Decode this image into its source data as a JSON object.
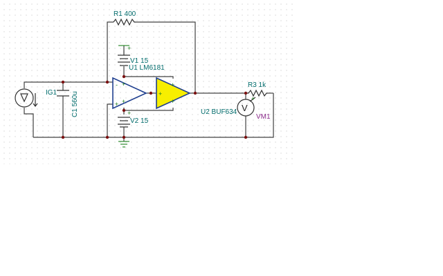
{
  "labels": {
    "r1": "R1 400",
    "v1": "V1 15",
    "u1": "U1 LM6181",
    "ig1": "IG1",
    "c1": "C1 560u",
    "v2": "V2 15",
    "u2": "U2 BUF634",
    "r3": "R3 1k",
    "vm1": "VM1",
    "meter_symbol": "V"
  },
  "colors": {
    "wire": "#404040",
    "label": "#006b6b",
    "opamp_outline": "#1f3f8f",
    "buffer_fill": "#f7ee00",
    "ground": "#2e8b2e",
    "junction": "#7a1010",
    "meter_label": "#8a2a8a"
  },
  "icons": {
    "current_source": "current-source-icon",
    "capacitor": "capacitor-icon",
    "resistor": "resistor-icon",
    "battery": "battery-icon",
    "opamp": "opamp-icon",
    "buffer": "buffer-icon",
    "voltmeter": "voltmeter-icon",
    "ground": "ground-icon"
  }
}
